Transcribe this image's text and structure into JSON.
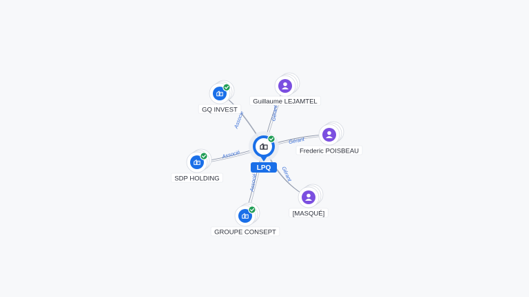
{
  "graph": {
    "center": {
      "label": "LPQ",
      "icon": "company-icon",
      "verified": true
    },
    "nodes": [
      {
        "id": "gq-invest",
        "label": "GQ INVEST",
        "kind": "company",
        "icon": "company-icon",
        "verified": true
      },
      {
        "id": "guillaume",
        "label": "Guillaume LEJAMTEL",
        "kind": "person",
        "icon": "person-icon",
        "verified": false
      },
      {
        "id": "frederic",
        "label": "Frederic POISBEAU",
        "kind": "person",
        "icon": "person-icon",
        "verified": false
      },
      {
        "id": "sdp-holding",
        "label": "SDP HOLDING",
        "kind": "company",
        "icon": "company-icon",
        "verified": true
      },
      {
        "id": "masque",
        "label": "[MASQUÉ]",
        "kind": "person",
        "icon": "person-icon",
        "verified": false
      },
      {
        "id": "groupe-consept",
        "label": "GROUPE CONSEPT",
        "kind": "company",
        "icon": "company-icon",
        "verified": true
      }
    ],
    "edges": [
      {
        "from": "gq-invest",
        "label": "Associé"
      },
      {
        "from": "guillaume",
        "label": "Gérant"
      },
      {
        "from": "frederic",
        "label": "Gérant"
      },
      {
        "from": "sdp-holding",
        "label": "Associé"
      },
      {
        "from": "masque",
        "label": "Gérant"
      },
      {
        "from": "groupe-consept",
        "label": "Associé"
      }
    ]
  },
  "colors": {
    "company": "#1a6fe8",
    "person": "#7b4fe0",
    "verified": "#1f9d55",
    "edge": "#8a93a6",
    "edge_label": "#3a6fd8",
    "label_bg": "#ffffff"
  }
}
